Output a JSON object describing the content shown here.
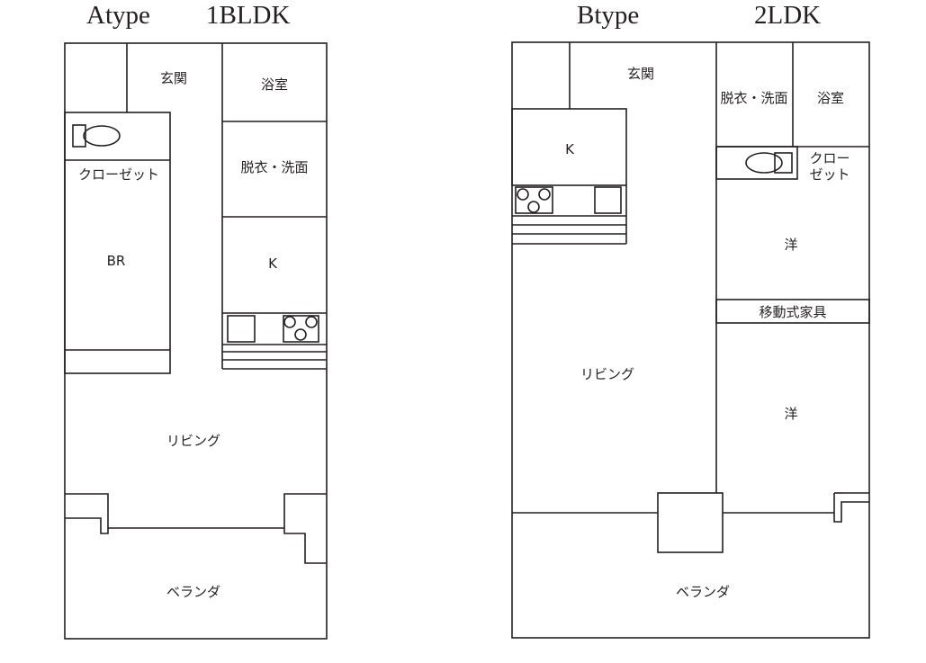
{
  "plans": {
    "a": {
      "type_label": "Atype",
      "layout_label": "1BLDK",
      "rooms": {
        "entrance": "玄関",
        "bath": "浴室",
        "closet": "クローゼット",
        "washroom": "脱衣・洗面",
        "bedroom": "BR",
        "kitchen": "K",
        "living": "リビング",
        "veranda": "ベランダ"
      }
    },
    "b": {
      "type_label": "Btype",
      "layout_label": "2LDK",
      "rooms": {
        "entrance": "玄関",
        "washroom": "脱衣・洗面",
        "bath": "浴室",
        "kitchen": "K",
        "closet_line1": "クロー",
        "closet_line2": "ゼット",
        "western_room_1": "洋",
        "movable_furniture": "移動式家具",
        "living": "リビング",
        "western_room_2": "洋",
        "veranda": "ベランダ"
      }
    }
  }
}
